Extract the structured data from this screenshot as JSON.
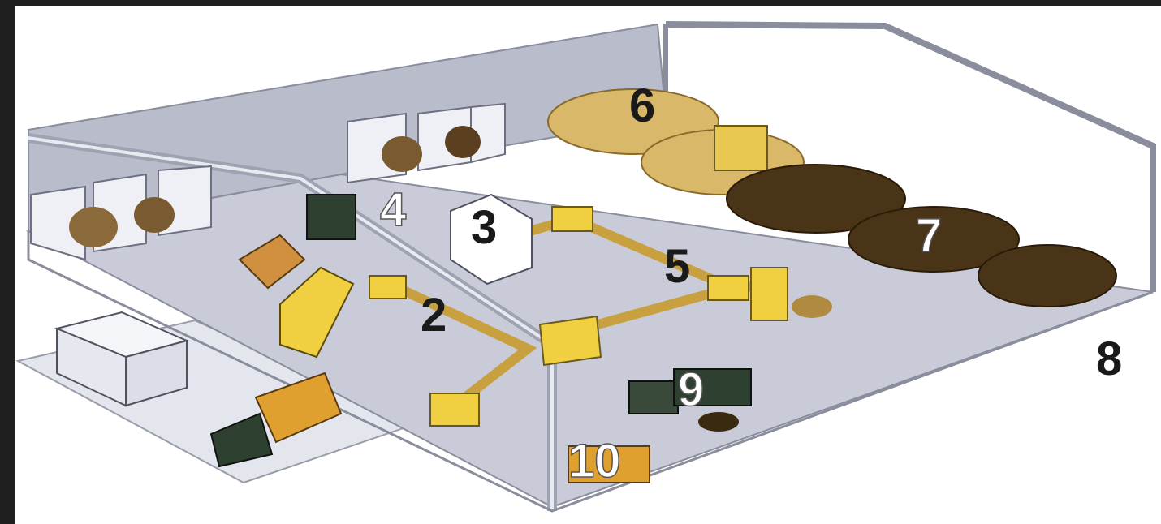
{
  "diagram": {
    "colors": {
      "background": "#1e1e1e",
      "floor": "#c9ccd8",
      "wall": "#b9bccb",
      "wall_edge": "#8a8d9c",
      "compost_light": "#d9b86a",
      "compost_dark": "#4a3418",
      "machinery_yellow": "#f0d040",
      "machinery_orange": "#e0a030",
      "vehicle_green": "#2e4030"
    },
    "labels": {
      "l2": "2",
      "l3": "3",
      "l4": "4",
      "l5": "5",
      "l6": "6",
      "l7": "7",
      "l8": "8",
      "l9": "9",
      "l10": "10"
    }
  }
}
